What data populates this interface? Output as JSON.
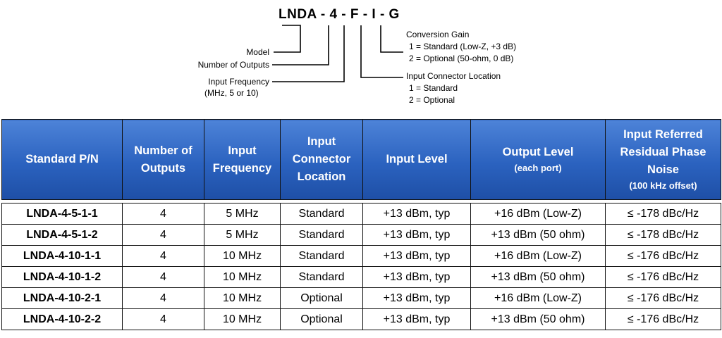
{
  "diagram": {
    "part_number": "LNDA - 4 - F - I - G",
    "labels": {
      "model": "Model",
      "outputs": "Number of Outputs",
      "freq_line1": "Input Frequency",
      "freq_line2": "(MHz, 5 or 10)",
      "gain_title": "Conversion Gain",
      "gain_opt1": "1 = Standard (Low-Z, +3 dB)",
      "gain_opt2": "2 = Optional (50-ohm, 0 dB)",
      "conn_title": "Input Connector Location",
      "conn_opt1": "1 = Standard",
      "conn_opt2": "2 = Optional"
    }
  },
  "table": {
    "headers": [
      {
        "main": "Standard P/N",
        "sub": ""
      },
      {
        "main": "Number of Outputs",
        "sub": ""
      },
      {
        "main": "Input Frequency",
        "sub": ""
      },
      {
        "main": "Input Connector Location",
        "sub": ""
      },
      {
        "main": "Input Level",
        "sub": ""
      },
      {
        "main": "Output Level",
        "sub": "(each port)"
      },
      {
        "main": "Input Referred Residual Phase Noise",
        "sub": "(100 kHz offset)"
      }
    ],
    "rows": [
      [
        "LNDA-4-5-1-1",
        "4",
        "5 MHz",
        "Standard",
        "+13 dBm, typ",
        "+16 dBm (Low-Z)",
        "≤ -178 dBc/Hz"
      ],
      [
        "LNDA-4-5-1-2",
        "4",
        "5 MHz",
        "Standard",
        "+13 dBm, typ",
        "+13 dBm (50 ohm)",
        "≤ -178 dBc/Hz"
      ],
      [
        "LNDA-4-10-1-1",
        "4",
        "10 MHz",
        "Standard",
        "+13 dBm, typ",
        "+16 dBm (Low-Z)",
        "≤ -176 dBc/Hz"
      ],
      [
        "LNDA-4-10-1-2",
        "4",
        "10 MHz",
        "Standard",
        "+13 dBm, typ",
        "+13 dBm (50 ohm)",
        "≤ -176 dBc/Hz"
      ],
      [
        "LNDA-4-10-2-1",
        "4",
        "10 MHz",
        "Optional",
        "+13 dBm, typ",
        "+16 dBm (Low-Z)",
        "≤ -176 dBc/Hz"
      ],
      [
        "LNDA-4-10-2-2",
        "4",
        "10 MHz",
        "Optional",
        "+13 dBm, typ",
        "+13 dBm (50 ohm)",
        "≤ -176 dBc/Hz"
      ]
    ]
  },
  "colors": {
    "header_bg": "#2b62bf",
    "header_text": "#ffffff",
    "border": "#111111"
  }
}
